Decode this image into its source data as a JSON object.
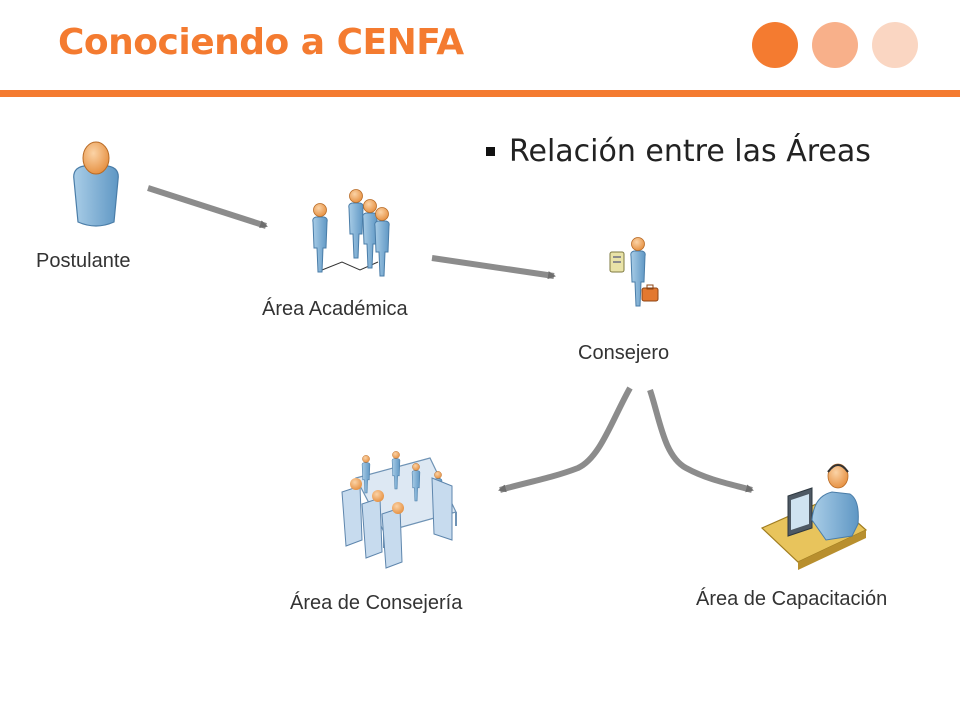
{
  "slide": {
    "title": "Conociendo a CENFA",
    "bullet": "Relación entre las Áreas",
    "colors": {
      "accent": "#F47B30",
      "dot_1": "#F47B30",
      "dot_2": "#F8B08A",
      "dot_3": "#FAD6C2",
      "figure_blue": "#7FB2D6",
      "figure_skin": "#F2A65E",
      "arrow_gray": "#8C8C8C"
    }
  },
  "nodes": {
    "postulante": {
      "label": "Postulante",
      "icon": "person-icon"
    },
    "area_academica": {
      "label": "Área Académica",
      "icon": "people-group-icon"
    },
    "consejero": {
      "label": "Consejero",
      "icon": "advisor-briefcase-icon"
    },
    "area_consejeria": {
      "label": "Área de Consejería",
      "icon": "meeting-table-icon"
    },
    "area_capacitacion": {
      "label": "Área de Capacitación",
      "icon": "computer-workstation-icon"
    }
  },
  "edges": [
    {
      "from": "Postulante",
      "to": "Área Académica"
    },
    {
      "from": "Área Académica",
      "to": "Consejero"
    },
    {
      "from": "Consejero",
      "to": "Área de Consejería"
    },
    {
      "from": "Consejero",
      "to": "Área de Capacitación"
    }
  ]
}
